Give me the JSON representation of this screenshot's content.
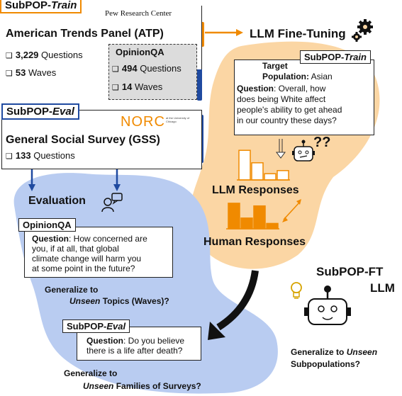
{
  "atp": {
    "tag_prefix": "SubPOP-",
    "tag_suffix": "Train",
    "pew_label": "Pew Research Center",
    "title": "American Trends Panel (ATP)",
    "questions_num": "3,229",
    "questions_label": "Questions",
    "waves_num": "53",
    "waves_label": "Waves"
  },
  "opinionqa_box": {
    "title": "OpinionQA",
    "questions_num": "494",
    "questions_label": "Questions",
    "waves_num": "14",
    "waves_label": "Waves"
  },
  "gss": {
    "tag_prefix": "SubPOP-",
    "tag_suffix": "Eval",
    "norc_label": "NORC",
    "norc_small": "at the University of Chicago",
    "title": "General Social Survey (GSS)",
    "questions_num": "133",
    "questions_label": "Questions"
  },
  "finetune": {
    "title": "LLM Fine-Tuning",
    "tag_prefix": "SubPOP-",
    "tag_suffix": "Train",
    "target_label": "Target",
    "population_label": "Population:",
    "population_value": "Asian",
    "question_label": "Question",
    "question_lines": [
      ": Overall, how",
      "does being White affect",
      "people's ability to get ahead",
      "in our country these days?"
    ],
    "qmarks": "??",
    "llm_responses": "LLM Responses",
    "human_responses": "Human Responses"
  },
  "evaluation": {
    "title": "Evaluation",
    "opinionqa_tag": "OpinionQA",
    "q1_label": "Question",
    "q1_lines": [
      ": How concerned are",
      "you, if at all, that global",
      "climate change will harm you",
      "at some point in the future?"
    ],
    "gen1_line1": "Generalize to",
    "gen1_unseen": "Unseen",
    "gen1_rest": " Topics (Waves)?",
    "subpop_tag_prefix": "SubPOP-",
    "subpop_tag_suffix": "Eval",
    "q2_label": "Question",
    "q2_lines": [
      ": Do you believe",
      "there is a life after death?"
    ],
    "gen2_line1": "Generalize to",
    "gen2_unseen": "Unseen",
    "gen2_rest": " Families of Surveys?"
  },
  "subpop_ft": {
    "title_line1": "SubPOP-FT",
    "title_line2": "LLM",
    "gen_line1_prefix": "Generalize to ",
    "gen_line1_unseen": "Unseen",
    "gen_line2": "Subpopulations?"
  },
  "colors": {
    "orange": "#f08a00",
    "orange_fill": "#fbd6a4",
    "blue_fill": "#b9ccf1",
    "navy": "#1f4aa0",
    "gray_box": "#dcdcdc"
  },
  "chart_data": [
    {
      "type": "bar",
      "name": "LLM Responses",
      "values": [
        0.95,
        0.55,
        0.2,
        0.3
      ]
    },
    {
      "type": "bar",
      "name": "Human Responses",
      "values": [
        0.95,
        0.4,
        0.85,
        0.2
      ]
    }
  ]
}
